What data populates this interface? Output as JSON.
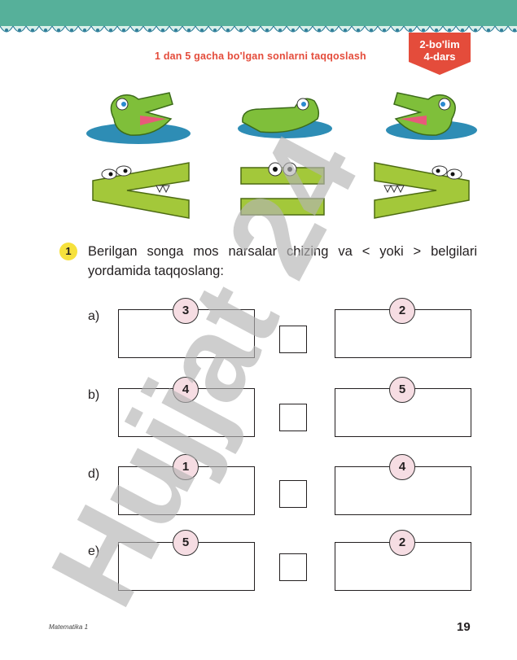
{
  "header": {
    "lesson_badge_line1": "2-bo'lim",
    "lesson_badge_line2": "4-dars",
    "lesson_title": "1 dan 5 gacha bo'lgan sonlarni taqqoslash",
    "band_color": "#56b09a",
    "badge_color": "#e44c3b"
  },
  "illustration": {
    "signs": [
      "<",
      "=",
      ">"
    ],
    "sign_color": "#a3c83a"
  },
  "task": {
    "number": "1",
    "text": "Berilgan songa mos narsalar chizing va < yoki > belgilari yordamida taqqoslang:"
  },
  "rows": [
    {
      "label": "a)",
      "left": "3",
      "right": "2"
    },
    {
      "label": "b)",
      "left": "4",
      "right": "5"
    },
    {
      "label": "d)",
      "left": "1",
      "right": "4"
    },
    {
      "label": "e)",
      "left": "5",
      "right": "2"
    }
  ],
  "watermark": {
    "text": "Hujjat 24",
    "color": "#c8bee8"
  },
  "footer": {
    "book": "Matematika 1",
    "page": "19"
  }
}
